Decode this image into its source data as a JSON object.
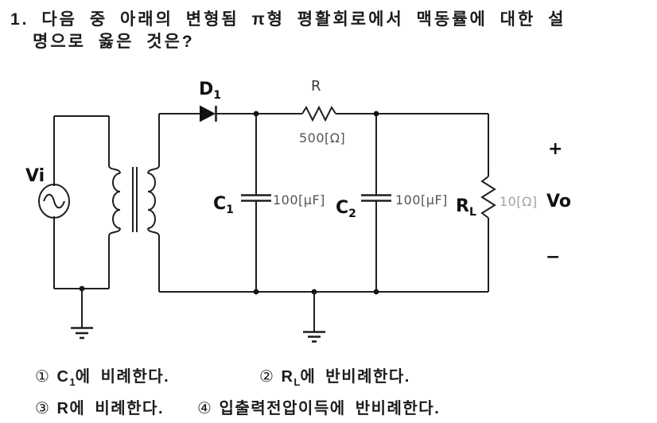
{
  "question": {
    "line1": "1. 다음 중 아래의 변형됨 π형 평활회로에서 맥동률에 대한 설",
    "line2": "명으로 옳은 것은?"
  },
  "circuit": {
    "input_label": "Vi",
    "diode": {
      "name": "D",
      "sub": "1"
    },
    "series_resistor": {
      "name": "R",
      "value": "500[Ω]"
    },
    "cap1": {
      "name": "C",
      "sub": "1",
      "value": "100[μF]"
    },
    "cap2": {
      "name": "C",
      "sub": "2",
      "value": "100[μF]"
    },
    "load_resistor": {
      "name": "R",
      "sub": "L",
      "value": "10[Ω]"
    },
    "output_label": "Vo",
    "polarity_plus": "+",
    "polarity_minus": "−"
  },
  "options": [
    {
      "num": "①",
      "pre": "C",
      "sub": "1",
      "post": "에 비례한다."
    },
    {
      "num": "②",
      "pre": "R",
      "sub": "L",
      "post": "에 반비례한다."
    },
    {
      "num": "③",
      "pre": "R",
      "sub": "",
      "post": "에 비례한다."
    },
    {
      "num": "④",
      "pre": "입출력전압이득에 반비례한다.",
      "sub": "",
      "post": ""
    }
  ],
  "colors": {
    "ink": "#1c1c1c",
    "value_label": "#555555",
    "faint_label": "#a3a3a3"
  }
}
